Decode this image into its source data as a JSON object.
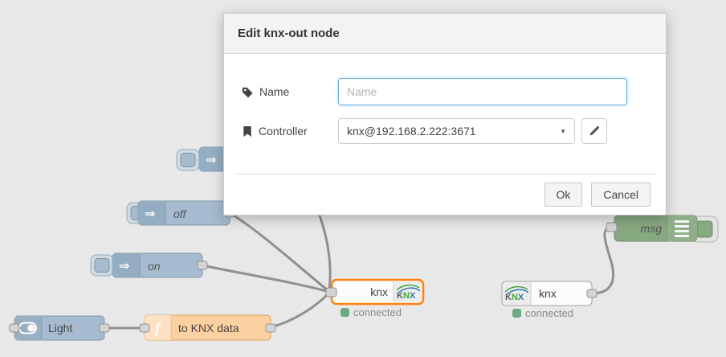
{
  "dialog": {
    "title": "Edit knx-out node",
    "name_field": {
      "label": "Name",
      "placeholder": "Name",
      "value": ""
    },
    "controller_field": {
      "label": "Controller",
      "value": "knx@192.168.2.222:3671"
    },
    "ok_label": "Ok",
    "cancel_label": "Cancel"
  },
  "canvas": {
    "inject_off": {
      "label": "off"
    },
    "inject_on": {
      "label": "on"
    },
    "light_switch": {
      "label": "Light"
    },
    "function_node": {
      "label": "to KNX data"
    },
    "knx_out": {
      "label": "knx",
      "status": "connected",
      "logo_letters": [
        "K",
        "N",
        "X"
      ]
    },
    "knx_in": {
      "label": "knx",
      "status": "connected",
      "logo_letters": [
        "K",
        "N",
        "X"
      ]
    },
    "debug_node": {
      "label": "msg"
    }
  },
  "icons": {
    "inject_arrow": "⇒",
    "function_f": "ƒ",
    "select_caret": "▼"
  },
  "colors": {
    "canvas_bg": "#e8e8e8",
    "inject_fill": "#a6bbcf",
    "function_fill": "#fdd0a2",
    "debug_fill": "#87a980",
    "knx_fill": "#fcfcfc",
    "selected_border": "#ff7f0e",
    "status_green": "#6aaa85",
    "wire": "#8f8f8f",
    "focus_border": "#66afe9"
  }
}
